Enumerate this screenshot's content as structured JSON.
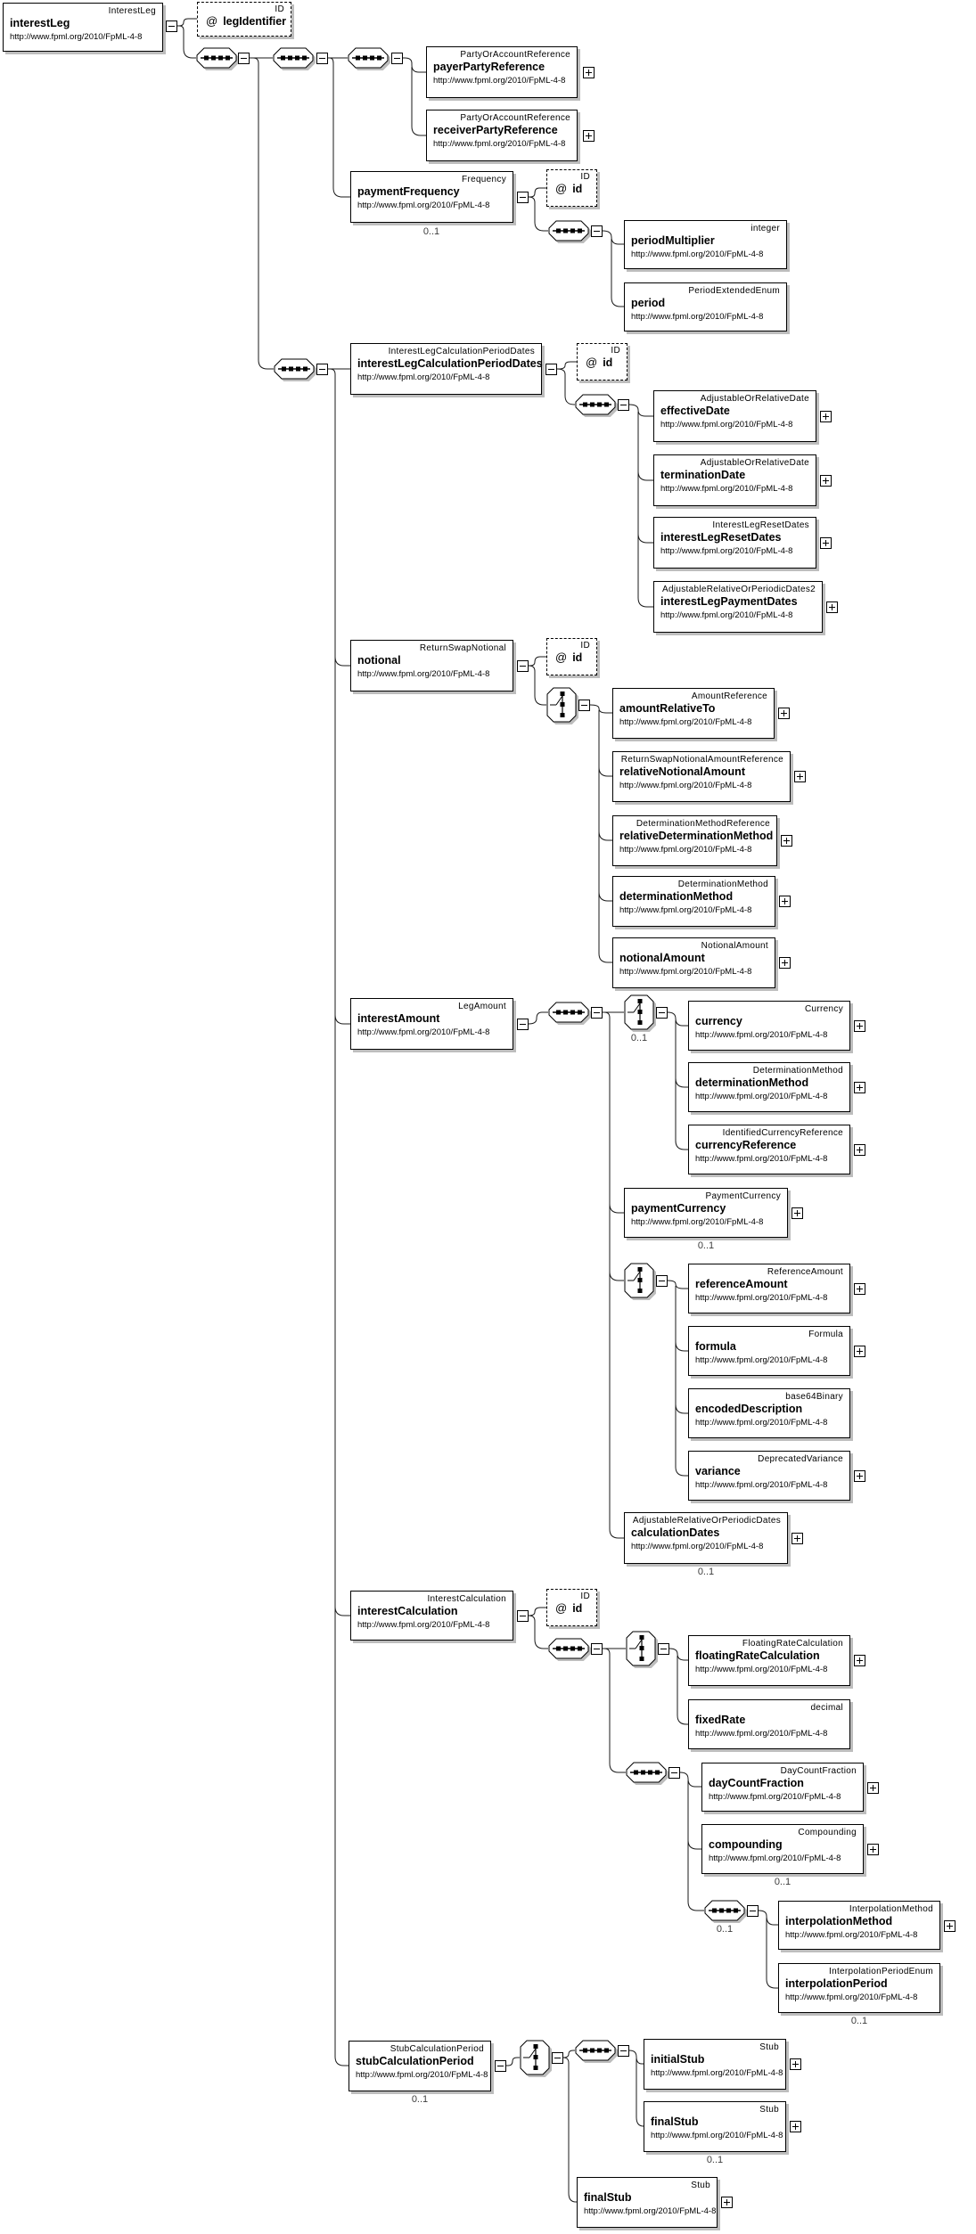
{
  "namespace": "http://www.fpml.org/2010/FpML-4-8",
  "labels": {
    "optional": "0..1",
    "attr_prefix": "@"
  },
  "icons": {
    "collapse_glyph": "-",
    "expand_glyph": "+",
    "sequence": "sequence-compositor",
    "choice": "choice-compositor"
  },
  "attributes": {
    "legIdentifier": {
      "name": "legIdentifier",
      "type": "ID"
    },
    "id": {
      "name": "id",
      "type": "ID"
    }
  },
  "elements": {
    "interestLeg": {
      "name": "interestLeg",
      "type": "InterestLeg"
    },
    "payerPartyReference": {
      "name": "payerPartyReference",
      "type": "PartyOrAccountReference"
    },
    "receiverPartyReference": {
      "name": "receiverPartyReference",
      "type": "PartyOrAccountReference"
    },
    "paymentFrequency": {
      "name": "paymentFrequency",
      "type": "Frequency"
    },
    "periodMultiplier": {
      "name": "periodMultiplier",
      "type": "integer"
    },
    "period": {
      "name": "period",
      "type": "PeriodExtendedEnum"
    },
    "interestLegCalculationPeriodDates": {
      "name": "interestLegCalculationPeriodDates",
      "type": "InterestLegCalculationPeriodDates"
    },
    "effectiveDate": {
      "name": "effectiveDate",
      "type": "AdjustableOrRelativeDate"
    },
    "terminationDate": {
      "name": "terminationDate",
      "type": "AdjustableOrRelativeDate"
    },
    "interestLegResetDates": {
      "name": "interestLegResetDates",
      "type": "InterestLegResetDates"
    },
    "interestLegPaymentDates": {
      "name": "interestLegPaymentDates",
      "type": "AdjustableRelativeOrPeriodicDates2"
    },
    "notional": {
      "name": "notional",
      "type": "ReturnSwapNotional"
    },
    "amountRelativeTo": {
      "name": "amountRelativeTo",
      "type": "AmountReference"
    },
    "relativeNotionalAmount": {
      "name": "relativeNotionalAmount",
      "type": "ReturnSwapNotionalAmountReference"
    },
    "relativeDeterminationMethod": {
      "name": "relativeDeterminationMethod",
      "type": "DeterminationMethodReference"
    },
    "determinationMethod": {
      "name": "determinationMethod",
      "type": "DeterminationMethod"
    },
    "notionalAmount": {
      "name": "notionalAmount",
      "type": "NotionalAmount"
    },
    "interestAmount": {
      "name": "interestAmount",
      "type": "LegAmount"
    },
    "currency": {
      "name": "currency",
      "type": "Currency"
    },
    "currencyReference": {
      "name": "currencyReference",
      "type": "IdentifiedCurrencyReference"
    },
    "paymentCurrency": {
      "name": "paymentCurrency",
      "type": "PaymentCurrency"
    },
    "referenceAmount": {
      "name": "referenceAmount",
      "type": "ReferenceAmount"
    },
    "formula": {
      "name": "formula",
      "type": "Formula"
    },
    "encodedDescription": {
      "name": "encodedDescription",
      "type": "base64Binary"
    },
    "variance": {
      "name": "variance",
      "type": "DeprecatedVariance"
    },
    "calculationDates": {
      "name": "calculationDates",
      "type": "AdjustableRelativeOrPeriodicDates"
    },
    "interestCalculation": {
      "name": "interestCalculation",
      "type": "InterestCalculation"
    },
    "floatingRateCalculation": {
      "name": "floatingRateCalculation",
      "type": "FloatingRateCalculation"
    },
    "fixedRate": {
      "name": "fixedRate",
      "type": "decimal"
    },
    "dayCountFraction": {
      "name": "dayCountFraction",
      "type": "DayCountFraction"
    },
    "compounding": {
      "name": "compounding",
      "type": "Compounding"
    },
    "interpolationMethod": {
      "name": "interpolationMethod",
      "type": "InterpolationMethod"
    },
    "interpolationPeriod": {
      "name": "interpolationPeriod",
      "type": "InterpolationPeriodEnum"
    },
    "stubCalculationPeriod": {
      "name": "stubCalculationPeriod",
      "type": "StubCalculationPeriod"
    },
    "initialStub": {
      "name": "initialStub",
      "type": "Stub"
    },
    "finalStub": {
      "name": "finalStub",
      "type": "Stub"
    }
  }
}
